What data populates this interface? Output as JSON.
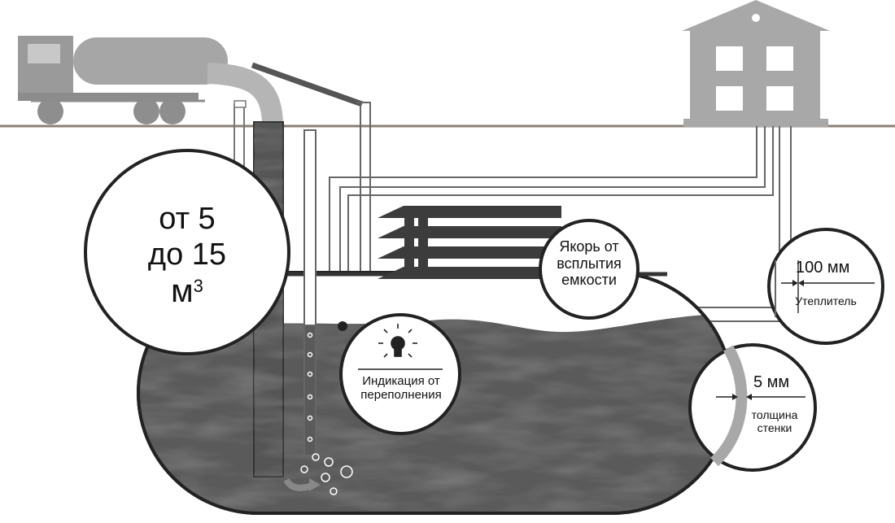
{
  "volume": {
    "line1": "от 5",
    "line2": "до 15",
    "unit": "м",
    "exponent": "3"
  },
  "anchor_callout": {
    "line1": "Якорь от",
    "line2": "всплытия",
    "line3": "емкости"
  },
  "insulation_callout": {
    "value": "100 мм",
    "label": "Утеплитель"
  },
  "overflow_callout": {
    "line1": "Индикация от",
    "line2": "переполнения"
  },
  "wall_callout": {
    "value": "5 мм",
    "line1": "толщина",
    "line2": "стенки"
  },
  "colors": {
    "liquid": "#5a5a5a",
    "light_gray": "#a8a8a8",
    "pipe_stroke": "#666666",
    "dark": "#333333"
  },
  "icons": {
    "truck": "tanker-truck-icon",
    "house": "house-icon",
    "lamp": "indicator-lamp-icon"
  }
}
